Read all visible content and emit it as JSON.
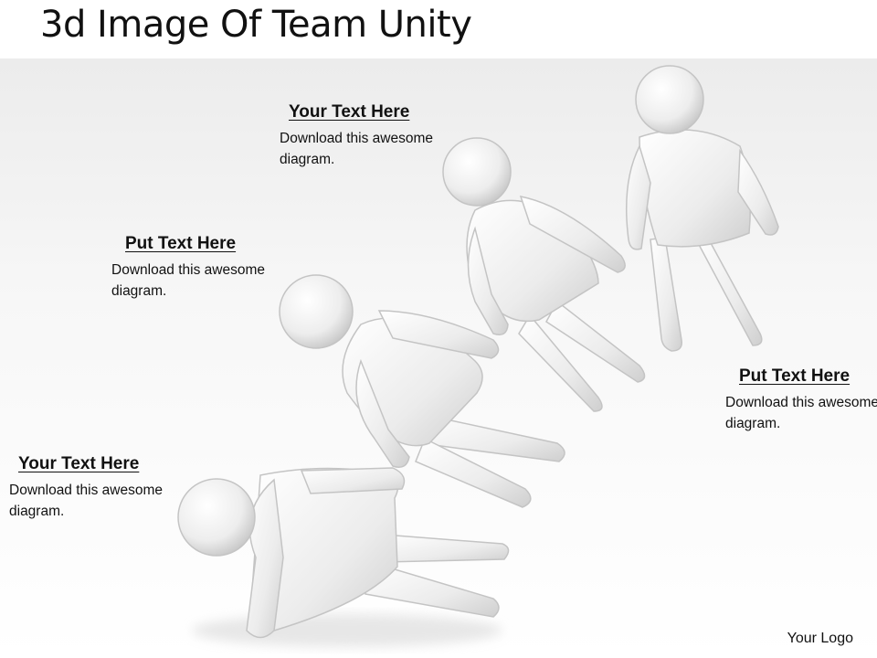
{
  "title": "3d Image Of Team Unity",
  "text_blocks": [
    {
      "heading": "Your Text Here",
      "body": "Download this awesome diagram."
    },
    {
      "heading": "Put Text Here",
      "body": "Download this awesome diagram."
    },
    {
      "heading": "Put Text Here",
      "body": "Download this awesome diagram."
    },
    {
      "heading": "Your Text Here",
      "body": "Download this awesome diagram."
    }
  ],
  "logo": "Your Logo",
  "illustration": {
    "subject": "four white 3D people figures in a rising diagonal line",
    "figure_count": 4,
    "colors": {
      "figure": "#f4f4f4",
      "shade": "#c9c9c9",
      "title": "#111111"
    }
  }
}
